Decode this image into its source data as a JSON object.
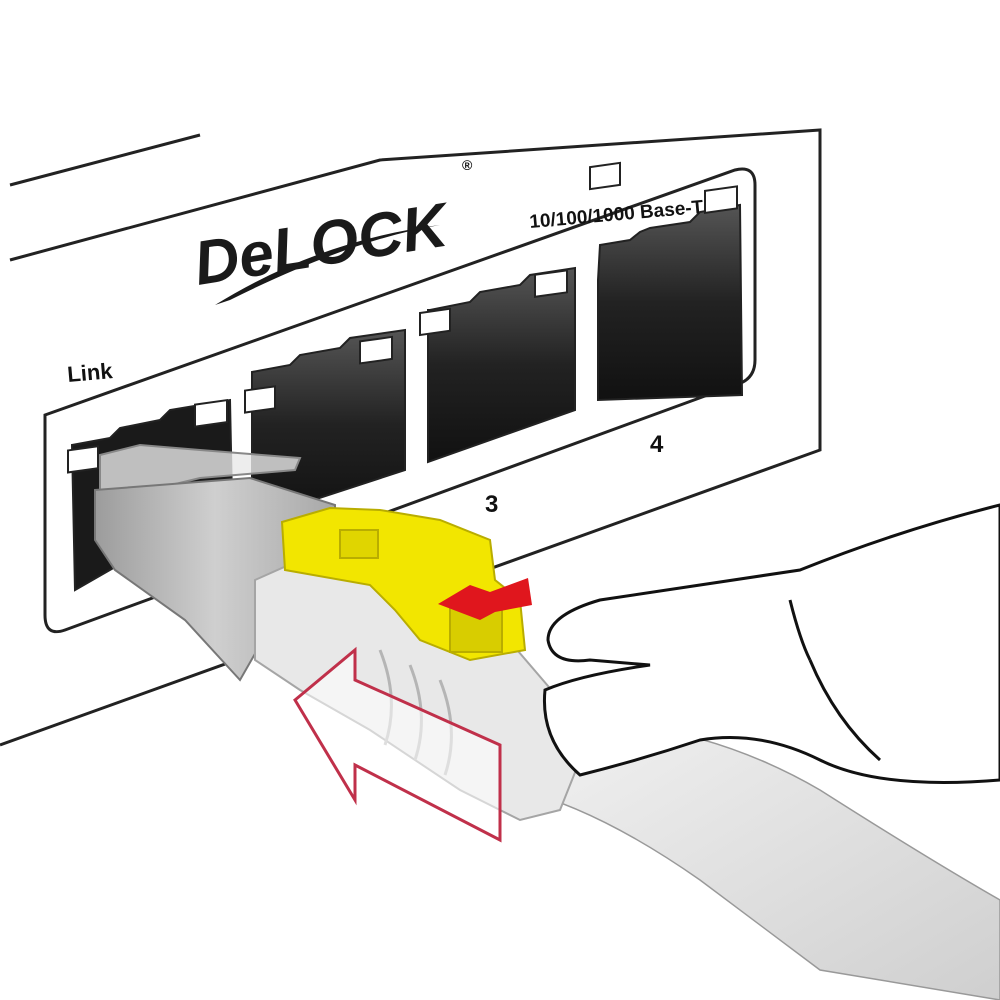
{
  "brand": {
    "logo_text": "DeLOCK",
    "registered_mark": "®"
  },
  "panel": {
    "speed_label": "10/100/1000 Base-T",
    "link_label": "Link",
    "ports": [
      {
        "number": "",
        "state": "occupied"
      },
      {
        "number": "",
        "state": "empty"
      },
      {
        "number": "3",
        "state": "empty"
      },
      {
        "number": "4",
        "state": "empty"
      }
    ]
  },
  "plug": {
    "lock_color": "#f2e600",
    "boot_color": "#e6e6e6",
    "body_color": "#b9b9b9"
  },
  "arrows": {
    "push_color": "#e0161d",
    "pull_color": "#c0304a"
  }
}
